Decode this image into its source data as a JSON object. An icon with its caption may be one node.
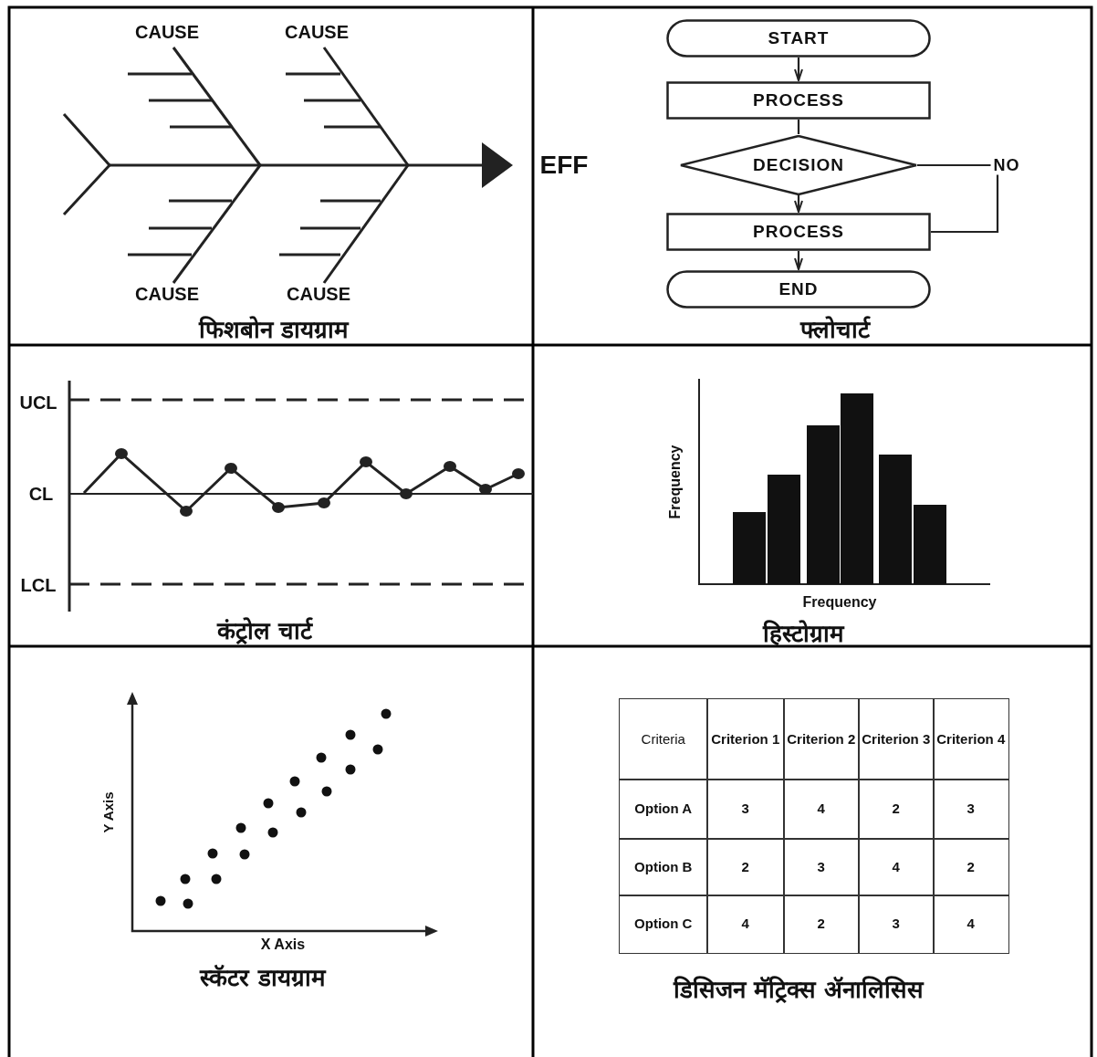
{
  "diagram": {
    "nodes": [
      {
        "text": [
          "START"
        ]
      },
      {
        "text": [
          "PROCESS"
        ]
      },
      {
        "text": [
          "DECISION"
        ]
      },
      {
        "text": [
          "PROCESS"
        ]
      },
      {
        "text": [
          "END"
        ]
      }
    ],
    "edges": [
      {
        "from": 0,
        "to": 1,
        "arrow": "to"
      },
      {
        "from": 1,
        "to": 2,
        "arrow": "none"
      },
      {
        "from": 2,
        "to": 3,
        "arrow": "to"
      },
      {
        "from": 2,
        "to": 3,
        "arrow": "none",
        "label": "NO"
      },
      {
        "from": 3,
        "to": 4,
        "arrow": "to"
      }
    ],
    "labels": [
      "CAUSE",
      "CAUSE",
      "EFF",
      "CAUSE",
      "CAUSE",
      "फिशबोन डायग्राम",
      "फ्लोचार्ट",
      "UCL",
      "CL",
      "LCL",
      "कंट्रोल चार्ट",
      "Frequency",
      "Frequency",
      "हिस्टोग्राम",
      "Y Axis",
      "X Axis",
      "स्कॅटर डायग्राम",
      "Criteria",
      "Criterion 1",
      "Criterion 2",
      "Criterion 3",
      "Criterion 4",
      "Option A",
      "3",
      "4",
      "2",
      "3",
      "Option B",
      "2",
      "3",
      "4",
      "2",
      "Option C",
      "4",
      "2",
      "3",
      "4",
      "डिसिजन मॅट्रिक्स ॲनालिसिस"
    ]
  }
}
